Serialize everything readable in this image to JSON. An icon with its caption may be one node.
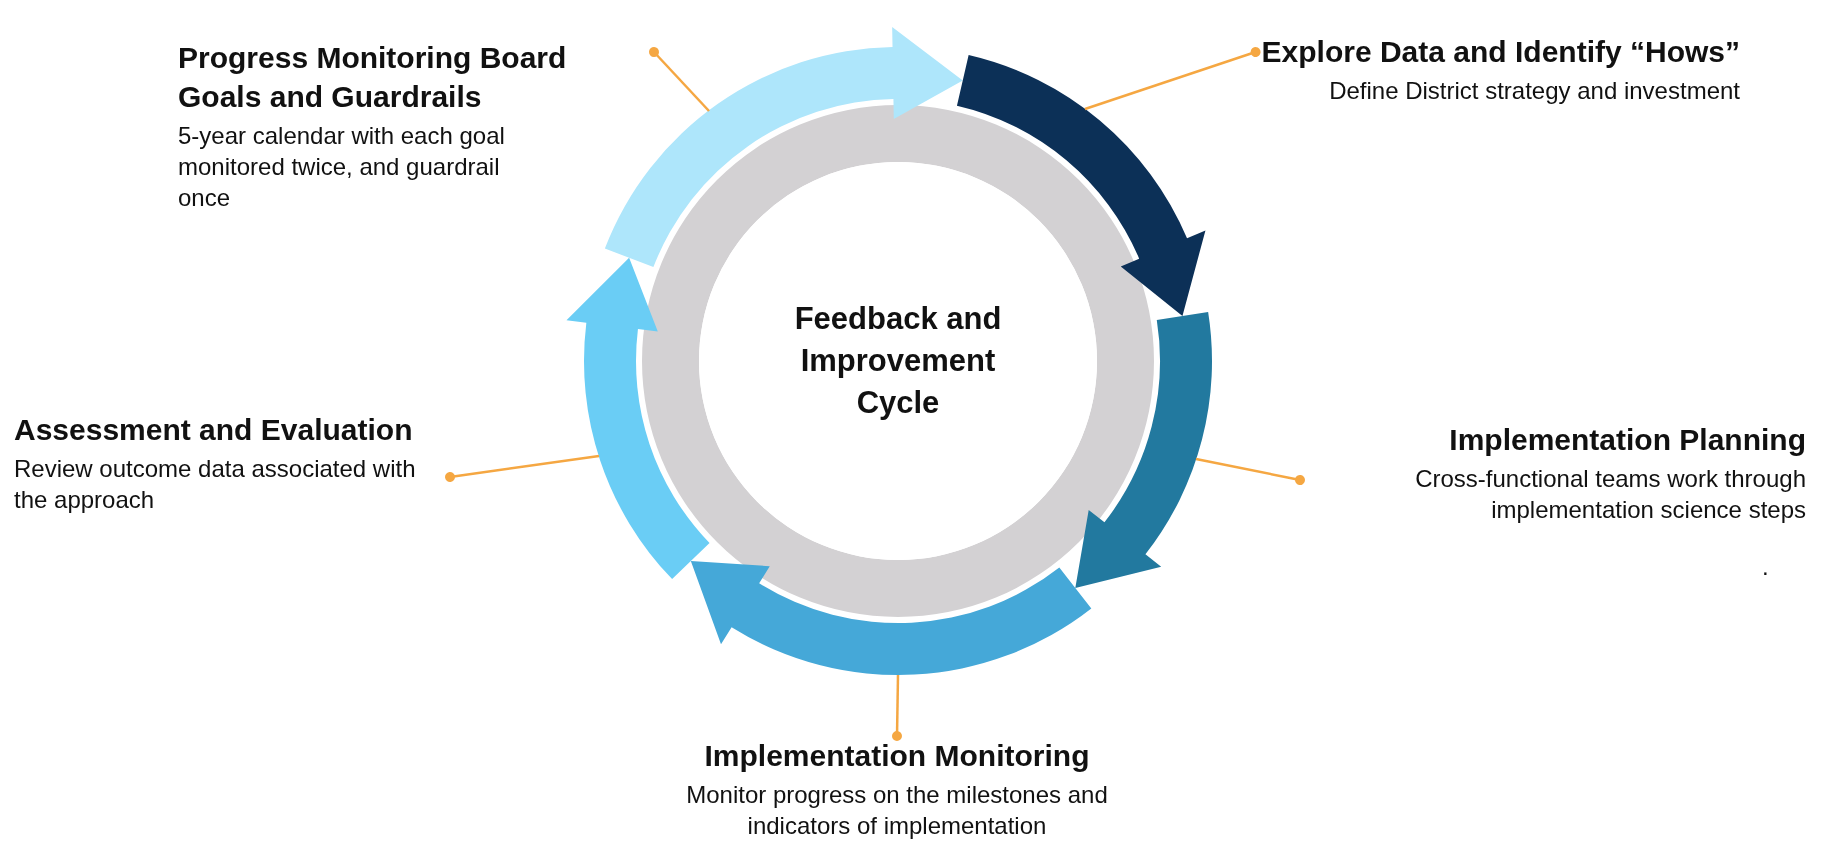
{
  "diagram": {
    "nodes": [
      {
        "text": [
          "Progress Monitoring Board Goals and Guardrails",
          "5-year calendar with each goal monitored twice, and guardrail once"
        ]
      },
      {
        "text": [
          "Explore Data and Identify “Hows”",
          "Define District strategy and investment"
        ]
      },
      {
        "text": [
          "Feedback and Improvement Cycle"
        ]
      },
      {
        "text": [
          "Implementation Planning",
          "Cross-functional teams work through implementation science steps"
        ]
      },
      {
        "text": [
          "Implementation Monitoring",
          "Monitor progress on the milestones and indicators of implementation"
        ]
      },
      {
        "text": [
          "Assessment and Evaluation",
          "Review outcome data associated with the approach"
        ]
      },
      {
        "text": [],
        "shape": "arrow"
      },
      {
        "text": [],
        "shape": "arrow"
      },
      {
        "text": [],
        "shape": "arrow"
      },
      {
        "text": [],
        "shape": "arrow"
      },
      {
        "text": [],
        "shape": "arrow"
      }
    ],
    "edges": [
      {
        "from": 0,
        "to": 6,
        "arrow": "other"
      },
      {
        "from": 1,
        "to": 7,
        "arrow": "other"
      },
      {
        "from": 3,
        "to": 8,
        "arrow": "other"
      },
      {
        "from": 4,
        "to": 9,
        "arrow": "other"
      },
      {
        "from": 5,
        "to": 10,
        "arrow": "other"
      }
    ],
    "labels": [
      "."
    ]
  }
}
